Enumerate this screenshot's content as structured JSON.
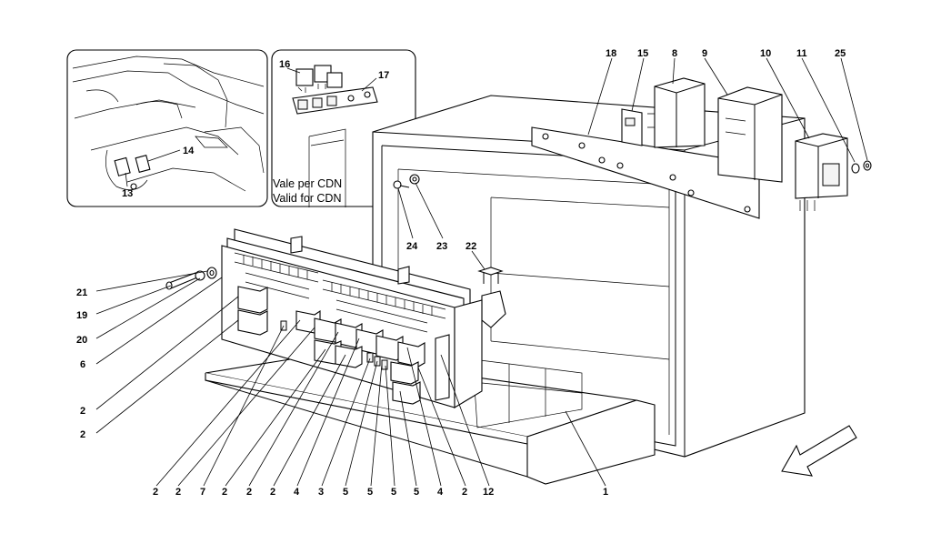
{
  "diagram": {
    "note_line1": "Vale per CDN",
    "note_line2": "Valid for CDN",
    "callouts": {
      "c1": "1",
      "c2a": "2",
      "c2b": "2",
      "c2c": "2",
      "c2d": "2",
      "c2e": "2",
      "c2f": "2",
      "c2g": "2",
      "c2h": "2",
      "c3": "3",
      "c4a": "4",
      "c4b": "4",
      "c5a": "5",
      "c5b": "5",
      "c5c": "5",
      "c5d": "5",
      "c6": "6",
      "c7": "7",
      "c8": "8",
      "c9": "9",
      "c10": "10",
      "c11": "11",
      "c12": "12",
      "c13": "13",
      "c14": "14",
      "c15": "15",
      "c16": "16",
      "c17": "17",
      "c18": "18",
      "c19": "19",
      "c20": "20",
      "c21": "21",
      "c22": "22",
      "c23": "23",
      "c24": "24",
      "c25": "25"
    },
    "icons": [
      "direction-arrow-icon",
      "relay-icon",
      "fuse-icon",
      "screw-icon",
      "washer-icon"
    ]
  }
}
